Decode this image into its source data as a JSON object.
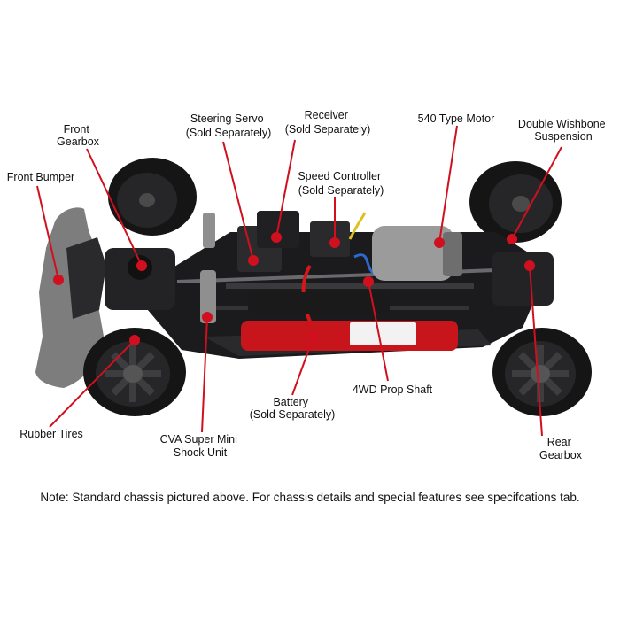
{
  "colors": {
    "callout": "#d0101e",
    "chassis": "#1b1b1d",
    "foam": "#7d7d7d",
    "tire": "#151515",
    "battery": "#c8151c",
    "motor": "#9b9b9b"
  },
  "labels": {
    "front_gearbox": [
      "Front",
      "Gearbox"
    ],
    "steering_servo": [
      "Steering Servo",
      "(Sold Separately)"
    ],
    "receiver": [
      "Receiver",
      "(Sold Separately)"
    ],
    "motor": [
      "540 Type Motor"
    ],
    "double_wishbone": [
      "Double Wishbone",
      "Suspension"
    ],
    "front_bumper": [
      "Front Bumper"
    ],
    "speed_controller": [
      "Speed Controller",
      "(Sold Separately)"
    ],
    "battery": [
      "Battery",
      "(Sold Separately)"
    ],
    "prop_shaft": [
      "4WD Prop Shaft"
    ],
    "rubber_tires": [
      "Rubber Tires"
    ],
    "shock_unit": [
      "CVA Super Mini",
      "Shock Unit"
    ],
    "rear_gearbox": [
      "Rear",
      "Gearbox"
    ]
  },
  "note": "Note: Standard chassis pictured above. For chassis details and special features see specifcations tab."
}
